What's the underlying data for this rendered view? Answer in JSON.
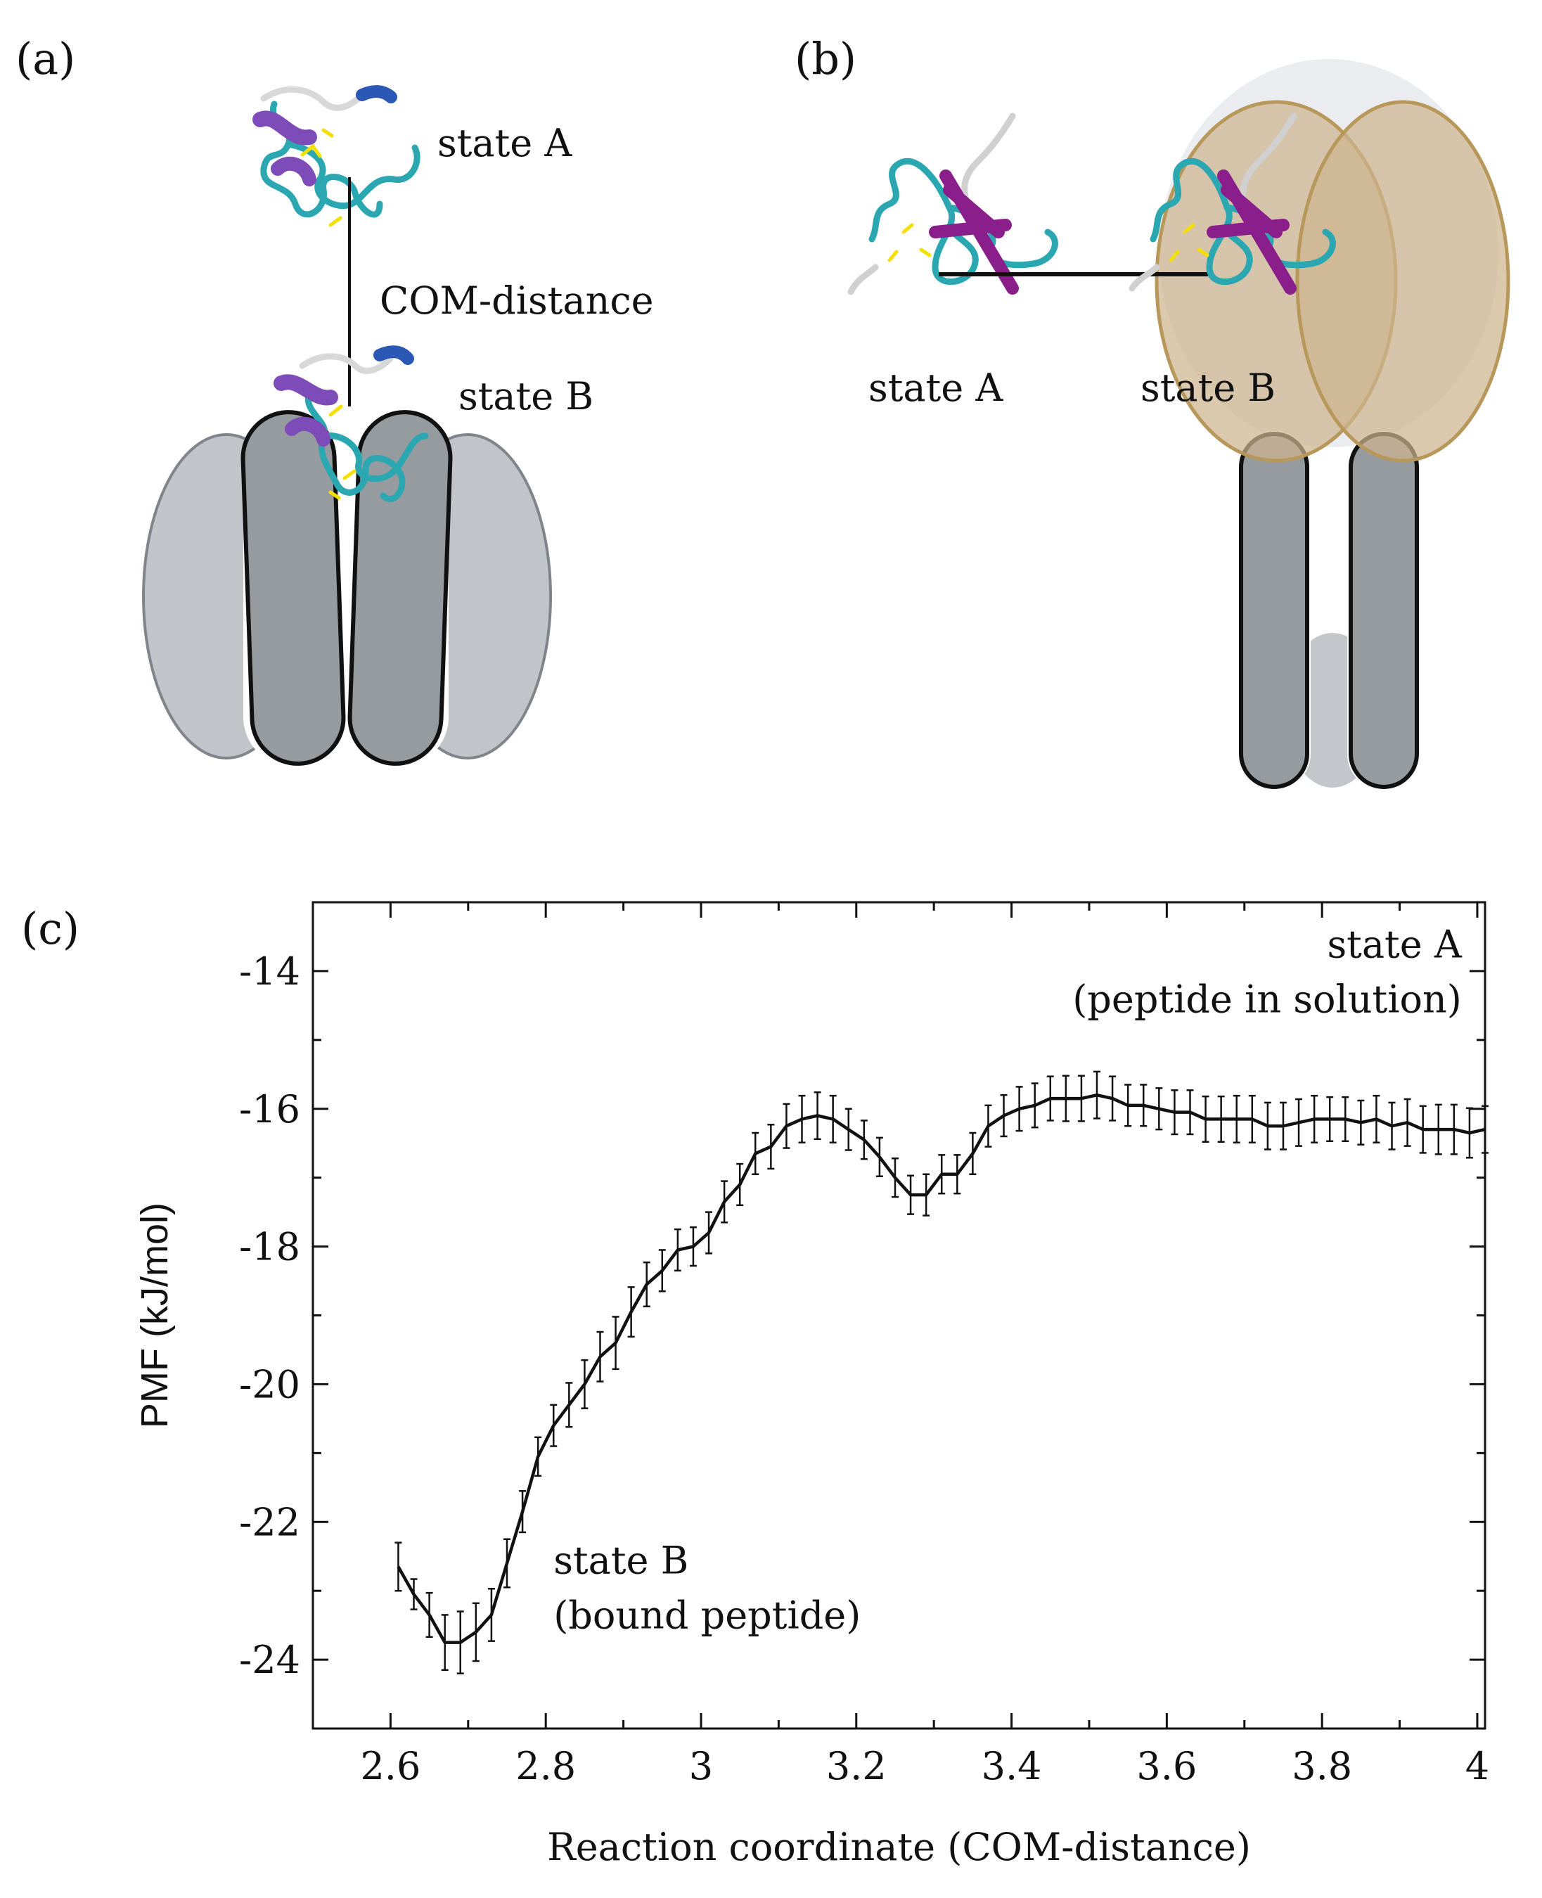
{
  "panels": {
    "a": {
      "label": "(a)",
      "state_a": "state A",
      "distance_label": "COM-distance",
      "state_b": "state B"
    },
    "b": {
      "label": "(b)",
      "state_a": "state A",
      "state_b": "state B"
    },
    "c": {
      "label": "(c)"
    }
  },
  "chart_data": {
    "type": "line",
    "xlabel": "Reaction coordinate (COM-distance)",
    "ylabel": "PMF (kJ/mol)",
    "xlim": [
      2.5,
      4.01
    ],
    "ylim": [
      -25,
      -13
    ],
    "xticks": [
      2.6,
      2.8,
      3.0,
      3.2,
      3.4,
      3.6,
      3.8,
      4.0
    ],
    "xtick_labels": [
      "2.6",
      "2.8",
      "3",
      "3.2",
      "3.4",
      "3.6",
      "3.8",
      "4"
    ],
    "yticks": [
      -24,
      -22,
      -20,
      -18,
      -16,
      -14
    ],
    "ytick_labels": [
      "-24",
      "-22",
      "-20",
      "-18",
      "-16",
      "-14"
    ],
    "grid": false,
    "annotations": [
      {
        "lines": [
          "state A",
          "(peptide in solution)"
        ],
        "x": 3.98,
        "y": -13.8,
        "align": "end"
      },
      {
        "lines": [
          "state B",
          "(bound peptide)"
        ],
        "x": 2.81,
        "y": -22.75,
        "align": "start"
      }
    ],
    "series": [
      {
        "x": [
          2.61,
          2.63,
          2.65,
          2.67,
          2.69,
          2.71,
          2.73,
          2.75,
          2.77,
          2.79,
          2.81,
          2.83,
          2.85,
          2.87,
          2.89,
          2.91,
          2.93,
          2.95,
          2.97,
          2.99,
          3.01,
          3.03,
          3.05,
          3.07,
          3.09,
          3.11,
          3.13,
          3.15,
          3.17,
          3.19,
          3.21,
          3.23,
          3.25,
          3.27,
          3.29,
          3.31,
          3.33,
          3.35,
          3.37,
          3.39,
          3.41,
          3.43,
          3.45,
          3.47,
          3.49,
          3.51,
          3.53,
          3.55,
          3.57,
          3.59,
          3.61,
          3.63,
          3.65,
          3.67,
          3.69,
          3.71,
          3.73,
          3.75,
          3.77,
          3.79,
          3.81,
          3.83,
          3.85,
          3.87,
          3.89,
          3.91,
          3.93,
          3.95,
          3.97,
          3.99,
          4.01
        ],
        "y": [
          -22.65,
          -23.05,
          -23.35,
          -23.75,
          -23.75,
          -23.6,
          -23.35,
          -22.6,
          -21.85,
          -21.05,
          -20.6,
          -20.3,
          -20.0,
          -19.6,
          -19.4,
          -18.95,
          -18.55,
          -18.35,
          -18.05,
          -18.0,
          -17.8,
          -17.35,
          -17.1,
          -16.65,
          -16.55,
          -16.25,
          -16.15,
          -16.1,
          -16.15,
          -16.3,
          -16.45,
          -16.7,
          -17.0,
          -17.25,
          -17.25,
          -16.95,
          -16.95,
          -16.65,
          -16.25,
          -16.1,
          -16.0,
          -15.95,
          -15.85,
          -15.85,
          -15.85,
          -15.8,
          -15.85,
          -15.95,
          -15.95,
          -16.0,
          -16.05,
          -16.05,
          -16.15,
          -16.15,
          -16.15,
          -16.15,
          -16.25,
          -16.25,
          -16.2,
          -16.15,
          -16.15,
          -16.15,
          -16.2,
          -16.15,
          -16.25,
          -16.2,
          -16.3,
          -16.3,
          -16.3,
          -16.35,
          -16.3
        ],
        "err": [
          0.35,
          0.22,
          0.32,
          0.4,
          0.45,
          0.42,
          0.38,
          0.35,
          0.3,
          0.28,
          0.3,
          0.32,
          0.35,
          0.36,
          0.38,
          0.36,
          0.32,
          0.3,
          0.3,
          0.28,
          0.3,
          0.3,
          0.3,
          0.3,
          0.32,
          0.32,
          0.34,
          0.34,
          0.34,
          0.3,
          0.28,
          0.28,
          0.28,
          0.28,
          0.3,
          0.28,
          0.28,
          0.3,
          0.3,
          0.3,
          0.32,
          0.32,
          0.32,
          0.33,
          0.33,
          0.34,
          0.32,
          0.3,
          0.3,
          0.3,
          0.32,
          0.32,
          0.33,
          0.33,
          0.34,
          0.34,
          0.34,
          0.34,
          0.34,
          0.34,
          0.32,
          0.32,
          0.32,
          0.34,
          0.34,
          0.34,
          0.34,
          0.36,
          0.36,
          0.36,
          0.34
        ]
      }
    ]
  }
}
